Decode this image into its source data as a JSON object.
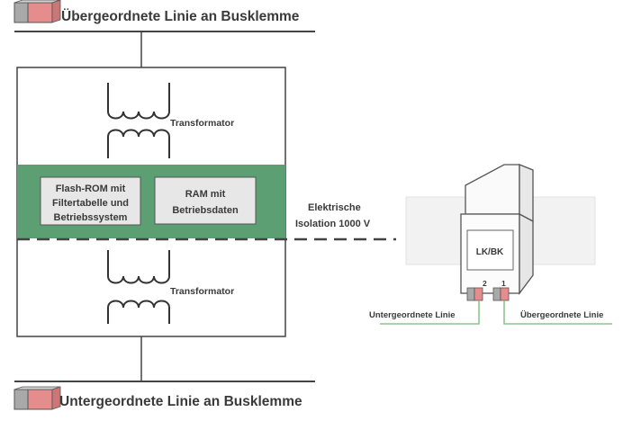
{
  "top_label": "Übergeordnete Linie an Busklemme",
  "bottom_label": "Untergeordnete Linie an Busklemme",
  "transformer_top_label": "Transformator",
  "transformer_bottom_label": "Transformator",
  "flash_rom_lines": [
    "Flash-ROM mit",
    "Filtertabelle und",
    "Betriebssystem"
  ],
  "ram_lines": [
    "RAM mit",
    "Betriebsdaten"
  ],
  "isolation_lines": [
    "Elektrische",
    "Isolation 1000 V"
  ],
  "device_label": "LK/BK",
  "terminal_2_label": "2",
  "terminal_1_label": "1",
  "lower_line_label": "Untergeordnete Linie",
  "upper_line_label": "Übergeordnete Linie",
  "colors": {
    "green_band": "#5b9f72",
    "inner_box": "#e7e7e7",
    "connector_red": "#e58c8c",
    "connector_gray": "#a9a9a9",
    "wire_green": "#8fc48f",
    "line_dark": "#444444"
  }
}
